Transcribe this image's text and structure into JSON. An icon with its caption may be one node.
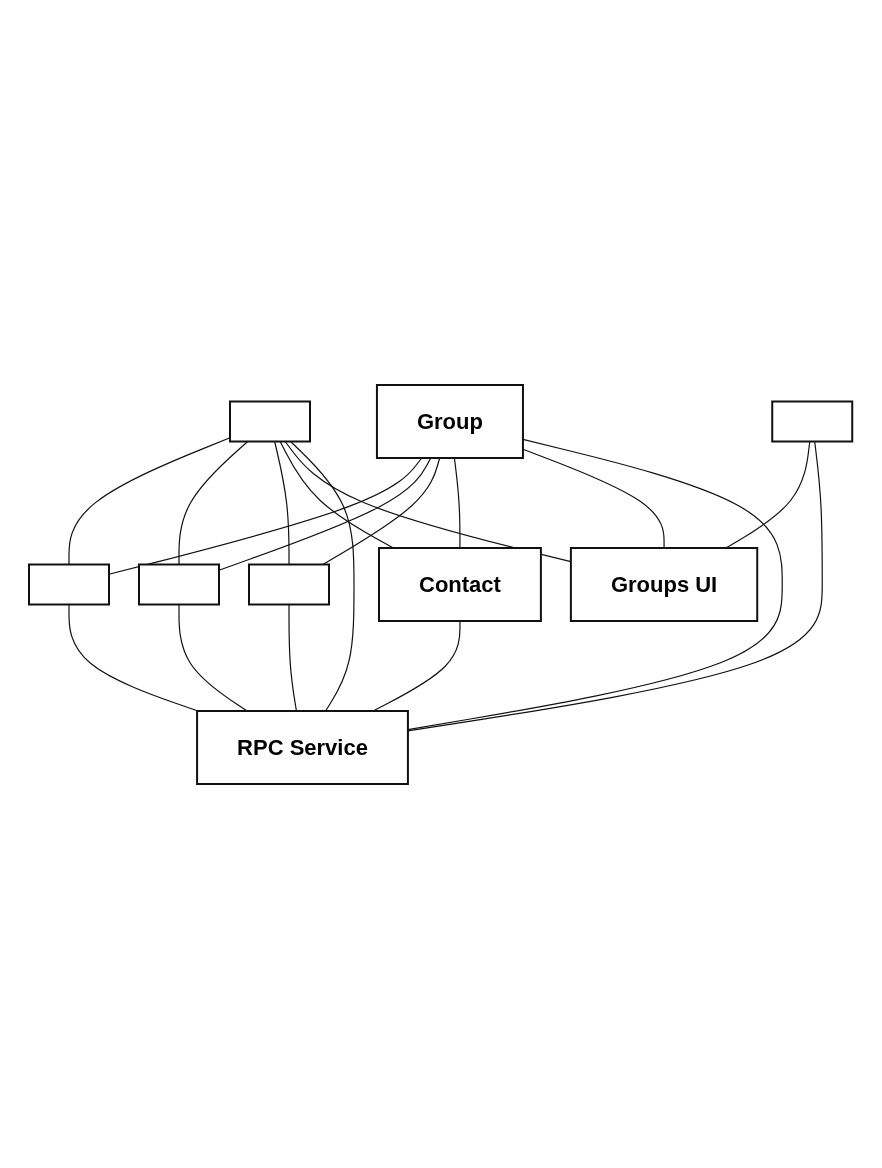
{
  "diagram": {
    "nodes": [
      {
        "text": [],
        "shape": "box"
      },
      {
        "text": [],
        "shape": "box"
      },
      {
        "text": [],
        "shape": "box"
      },
      {
        "text": [
          "Contact"
        ]
      },
      {
        "text": [
          "Groups UI"
        ]
      },
      {
        "text": [],
        "shape": "box"
      },
      {
        "text": [],
        "shape": "box"
      },
      {
        "text": [
          "Group"
        ]
      },
      {
        "text": [
          "RPC Service"
        ]
      }
    ],
    "edges": [
      {
        "from": 0,
        "to": 5,
        "arrow": "none"
      },
      {
        "from": 1,
        "to": 5,
        "arrow": "none"
      },
      {
        "from": 2,
        "to": 5,
        "arrow": "none"
      },
      {
        "from": 3,
        "to": 5,
        "arrow": "none"
      },
      {
        "from": 0,
        "to": 7,
        "arrow": "none"
      },
      {
        "from": 1,
        "to": 7,
        "arrow": "none"
      },
      {
        "from": 2,
        "to": 7,
        "arrow": "none"
      },
      {
        "from": 3,
        "to": 7,
        "arrow": "none"
      },
      {
        "from": 4,
        "to": 5,
        "arrow": "none"
      },
      {
        "from": 4,
        "to": 6,
        "arrow": "none"
      },
      {
        "from": 4,
        "to": 7,
        "arrow": "none"
      },
      {
        "from": 8,
        "to": 0,
        "arrow": "none"
      },
      {
        "from": 8,
        "to": 1,
        "arrow": "none"
      },
      {
        "from": 8,
        "to": 2,
        "arrow": "none"
      },
      {
        "from": 8,
        "to": 3,
        "arrow": "none"
      },
      {
        "from": 8,
        "to": 5,
        "arrow": "none"
      },
      {
        "from": 8,
        "to": 6,
        "arrow": "none"
      },
      {
        "from": 8,
        "to": 7,
        "arrow": "none"
      }
    ]
  }
}
